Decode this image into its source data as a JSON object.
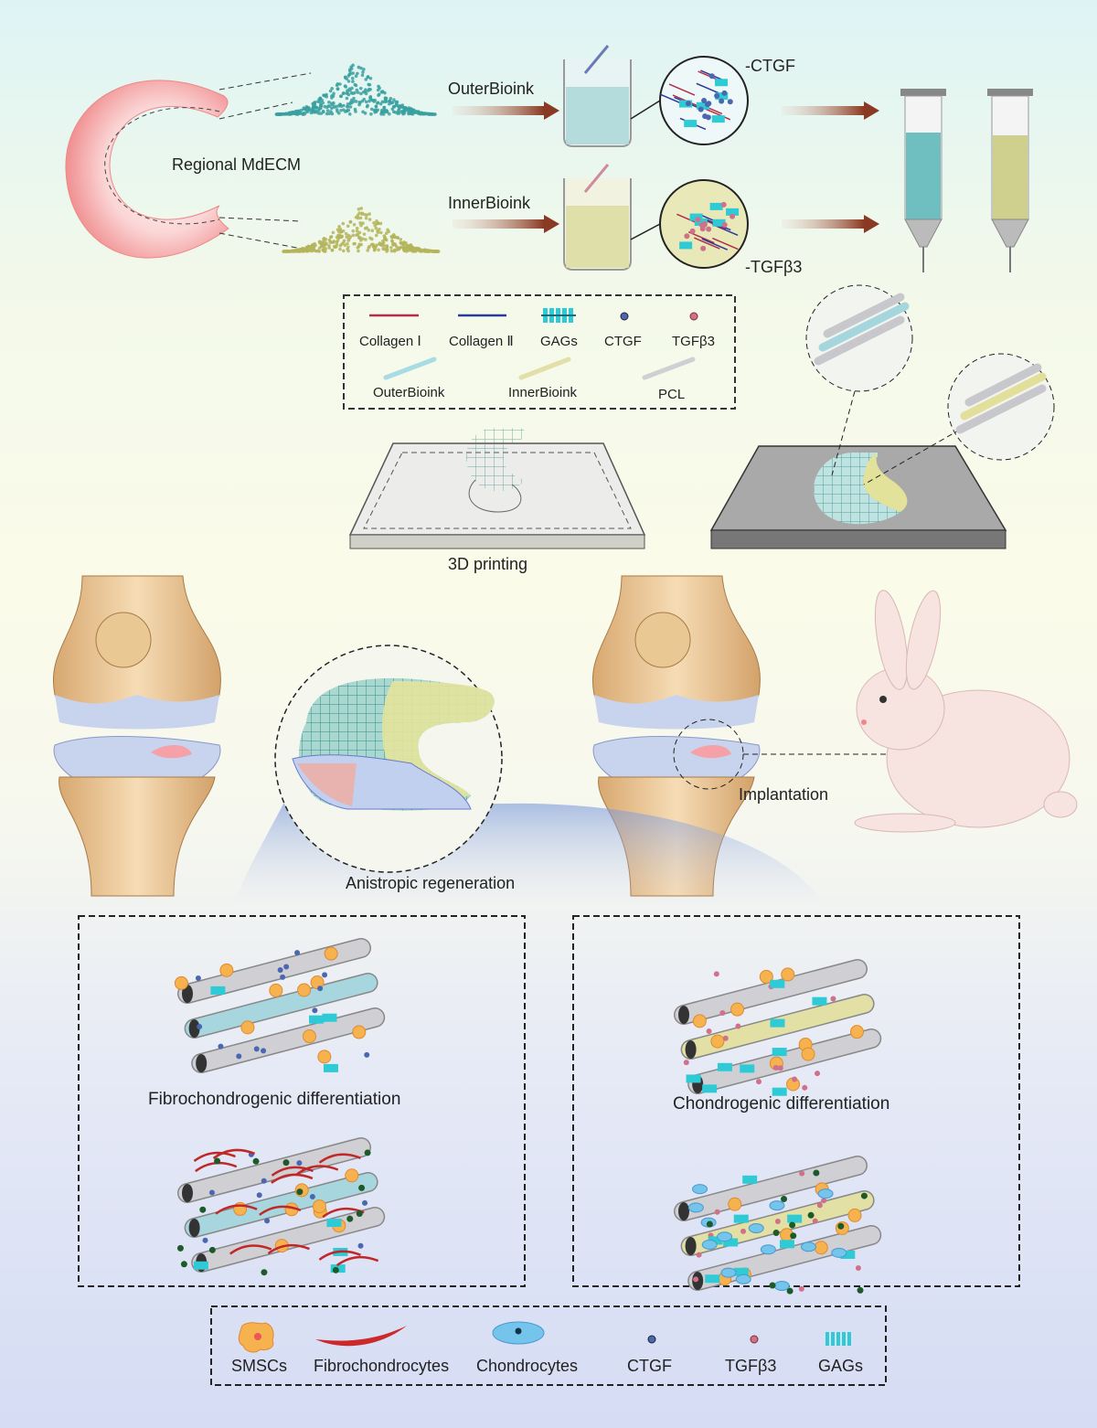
{
  "top": {
    "source_label": "Regional MdECM",
    "outer_label": "OuterBioink",
    "inner_label": "InnerBioink",
    "outer_factor": "-CTGF",
    "inner_factor": "-TGFβ3"
  },
  "legend_top": {
    "items": [
      "Collagen Ⅰ",
      "Collagen Ⅱ",
      "GAGs",
      "CTGF",
      "TGFβ3",
      "OuterBioink",
      "InnerBioink",
      "PCL"
    ]
  },
  "printing": {
    "label": "3D printing"
  },
  "middle": {
    "regeneration_label": "Anistropic regeneration",
    "implantation_label": "Implantation"
  },
  "panels": {
    "left_label": "Fibrochondrogenic differentiation",
    "right_label": "Chondrogenic differentiation"
  },
  "legend_bottom": {
    "items": [
      "SMSCs",
      "Fibrochondrocytes",
      "Chondrocytes",
      "CTGF",
      "TGFβ3",
      "GAGs"
    ]
  },
  "colors": {
    "outer": "#7cc4c6",
    "inner": "#d9d79a",
    "collagen1": "#b0304a",
    "collagen2": "#2a3a9a",
    "gags": "#2ecbd6",
    "ctgf": "#4a67b0",
    "tgfb3": "#d0708a",
    "pcl": "#c8c8cc",
    "arrow": "#8a3a22",
    "meniscus": "#f4a7a7"
  }
}
